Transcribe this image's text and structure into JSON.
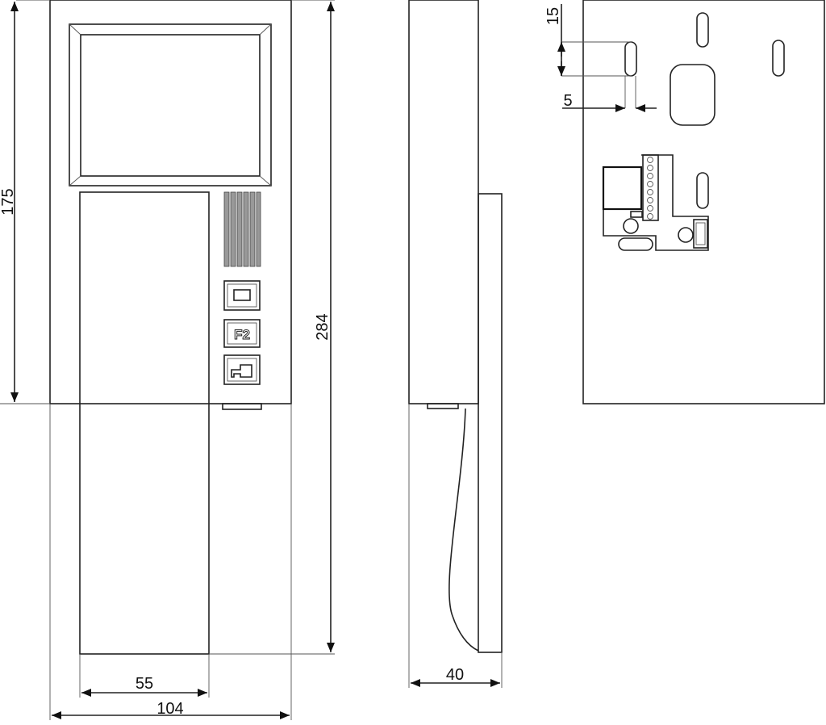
{
  "front_view": {
    "dim_height_body": "175",
    "dim_height_total": "284",
    "dim_width_handset": "55",
    "dim_width_total": "104",
    "button_labels": [
      "",
      "F2",
      ""
    ],
    "button_icons": [
      "monitor-button-icon",
      "f2-button-icon",
      "door-key-icon"
    ]
  },
  "side_view": {
    "dim_depth": "40"
  },
  "back_view": {
    "dim_slot_length": "15",
    "dim_slot_width": "5"
  }
}
